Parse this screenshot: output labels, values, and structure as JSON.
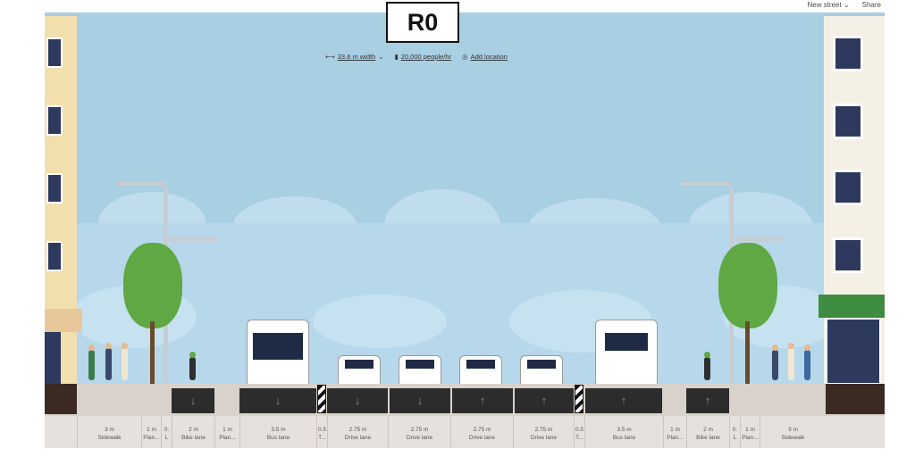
{
  "header": {
    "new_street": "New street ⌄",
    "share": "Share"
  },
  "title": "R0",
  "info": {
    "width_label": "33.6 m width",
    "people_label": "20,000 people/hr",
    "add_location": "Add location"
  },
  "colors": {
    "sky": "#a9cfe3",
    "lane": "#2c2c2c",
    "sidewalk": "#d8d2cb"
  },
  "segments": [
    {
      "width": "3 m",
      "name": "Sidewalk"
    },
    {
      "width": "1 m",
      "name": "Plan..."
    },
    {
      "width": "0.",
      "name": "L"
    },
    {
      "width": "2 m",
      "name": "Bike lane"
    },
    {
      "width": "1 m",
      "name": "Plan..."
    },
    {
      "width": "3.5 m",
      "name": "Bus lane"
    },
    {
      "width": "0.5",
      "name": "T..."
    },
    {
      "width": "2.75 m",
      "name": "Drive lane"
    },
    {
      "width": "2.75 m",
      "name": "Drive lane"
    },
    {
      "width": "2.75 m",
      "name": "Drive lane"
    },
    {
      "width": "2.75 m",
      "name": "Drive lane"
    },
    {
      "width": "0.5",
      "name": "T..."
    },
    {
      "width": "3.5 m",
      "name": "Bus lane"
    },
    {
      "width": "1 m",
      "name": "Plan..."
    },
    {
      "width": "2 m",
      "name": "Bike lane"
    },
    {
      "width": "0.",
      "name": "L"
    },
    {
      "width": "1 m",
      "name": "Plan..."
    },
    {
      "width": "3 m",
      "name": "Sidewalk"
    }
  ]
}
